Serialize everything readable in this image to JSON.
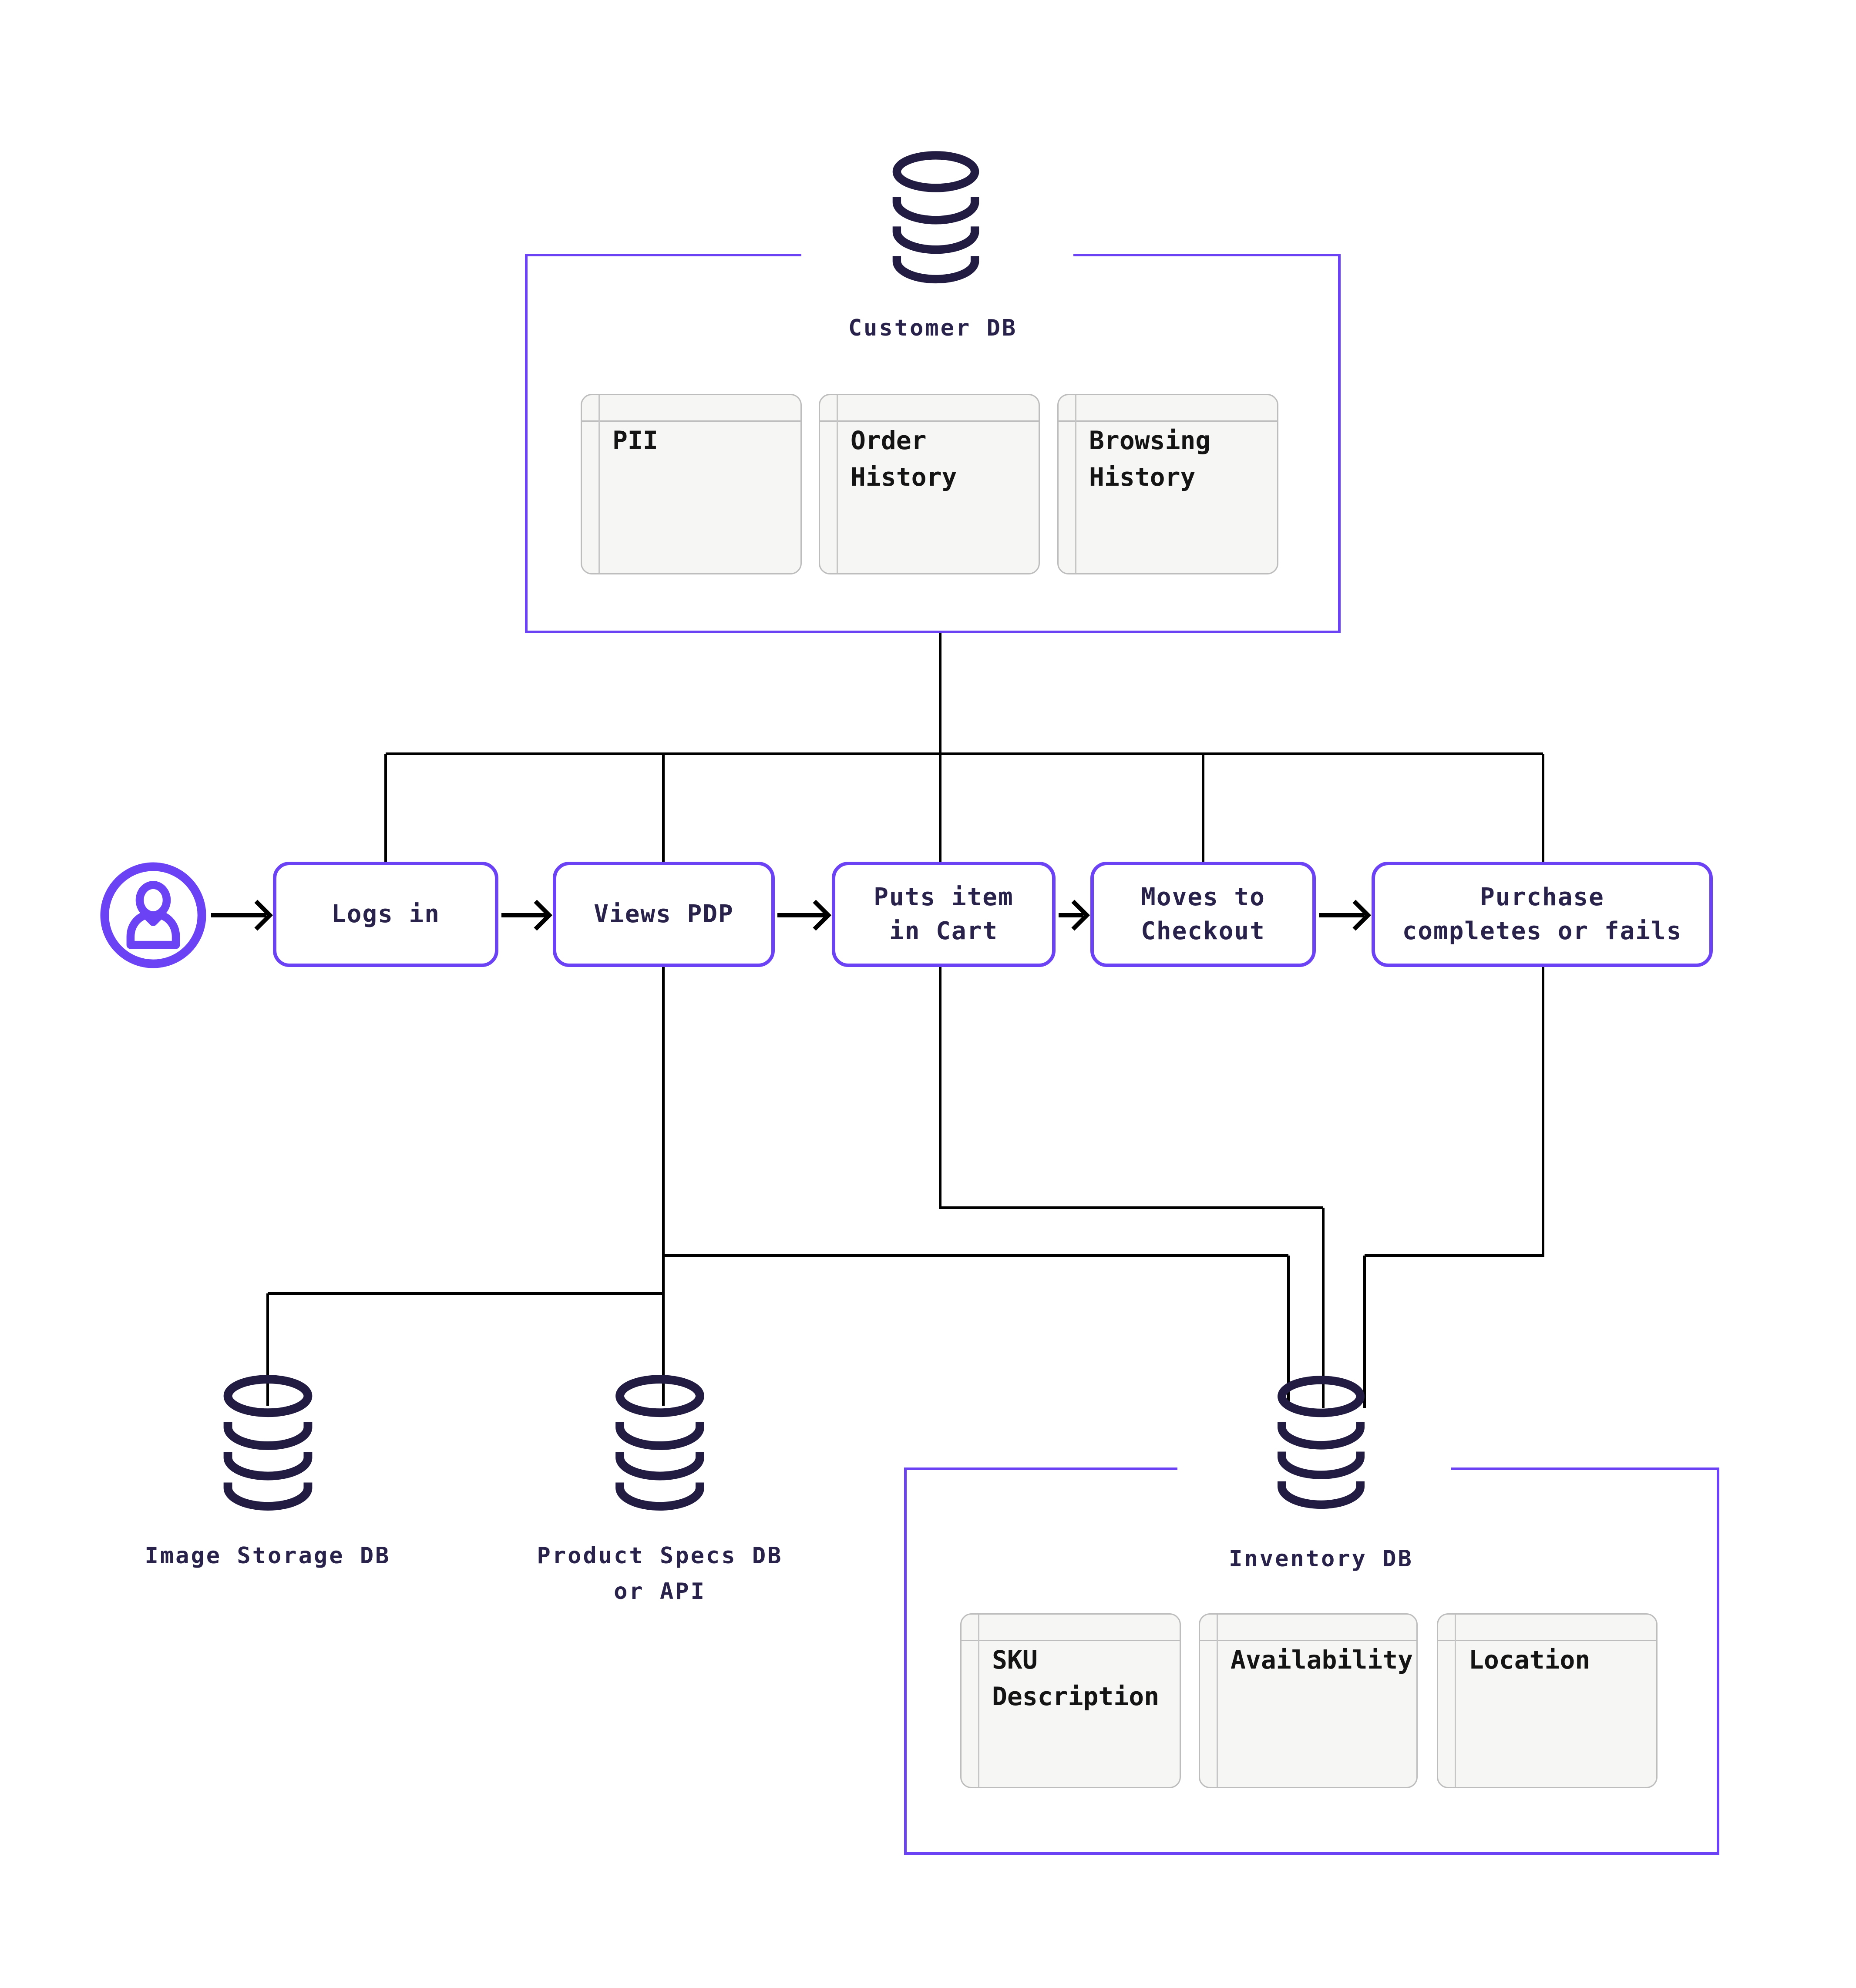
{
  "colors": {
    "accent_purple": "#6C42F5",
    "ink_navy": "#29224A",
    "card_text": "#141414",
    "card_background": "#F6F6F5",
    "card_border": "#BDBDBD",
    "connector_black": "#000000",
    "background": "#FFFFFF"
  },
  "customer_db": {
    "title": "Customer DB",
    "icon": "database-icon",
    "cards": [
      {
        "lines": [
          "PII"
        ]
      },
      {
        "lines": [
          "Order",
          "History"
        ]
      },
      {
        "lines": [
          "Browsing",
          "History"
        ]
      }
    ]
  },
  "flow": {
    "actor_icon": "user-icon",
    "steps": [
      {
        "id": "logs-in",
        "lines": [
          "Logs in"
        ]
      },
      {
        "id": "views-pdp",
        "lines": [
          "Views PDP"
        ]
      },
      {
        "id": "puts-item-in-cart",
        "lines": [
          "Puts item",
          "in Cart"
        ]
      },
      {
        "id": "moves-to-checkout",
        "lines": [
          "Moves to",
          "Checkout"
        ]
      },
      {
        "id": "purchase-completes-or-fails",
        "lines": [
          "Purchase",
          "completes or fails"
        ]
      }
    ]
  },
  "storage_dbs": {
    "image": {
      "icon": "database-icon",
      "label_lines": [
        "Image Storage DB"
      ]
    },
    "product": {
      "icon": "database-icon",
      "label_lines": [
        "Product Specs DB",
        "or API"
      ]
    }
  },
  "inventory_db": {
    "title": "Inventory DB",
    "icon": "database-icon",
    "cards": [
      {
        "lines": [
          "SKU",
          "Description"
        ]
      },
      {
        "lines": [
          "Availability"
        ]
      },
      {
        "lines": [
          "Location"
        ]
      }
    ]
  }
}
